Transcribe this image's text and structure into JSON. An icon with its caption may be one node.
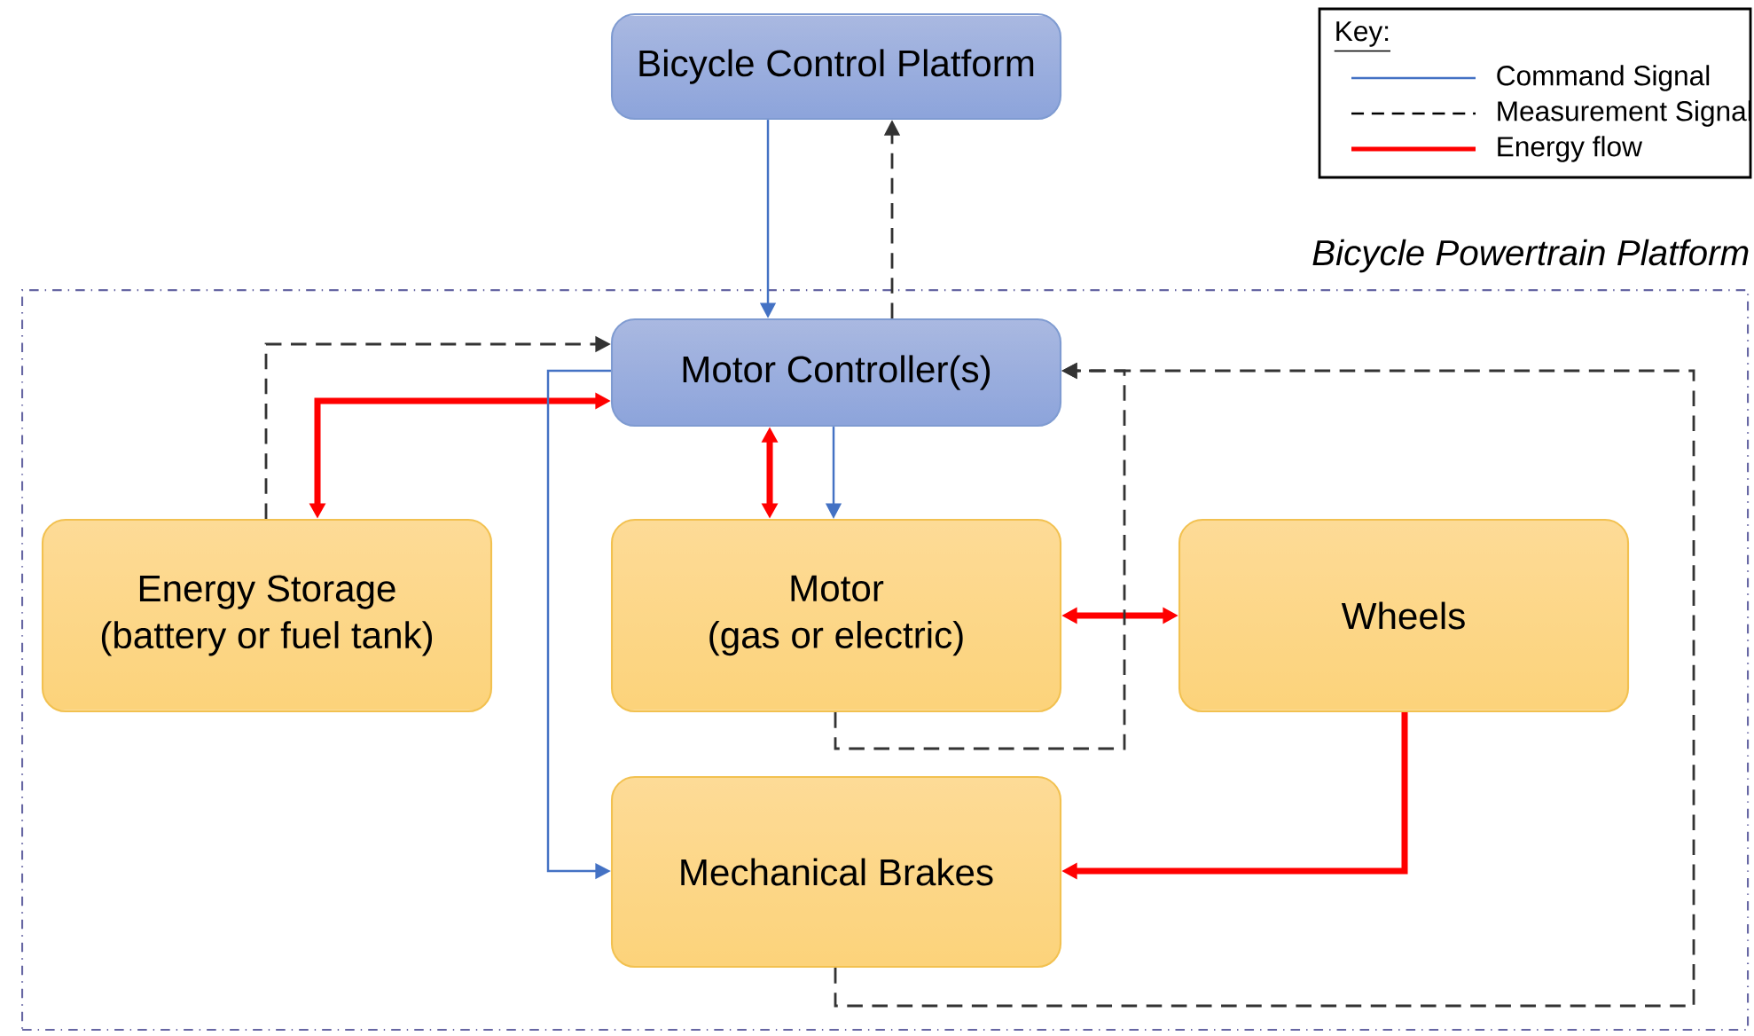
{
  "diagram": {
    "nodes": [
      {
        "text": [
          "Bicycle Powertrain Platform"
        ]
      },
      {
        "text": [
          "Bicycle Control Platform"
        ]
      },
      {
        "text": [
          "Motor Controller(s)"
        ],
        "in": 0
      },
      {
        "text": [
          "Energy Storage",
          "(battery or fuel tank)"
        ],
        "in": 0
      },
      {
        "text": [
          "Motor",
          "(gas or electric)"
        ],
        "in": 0
      },
      {
        "text": [
          "Wheels"
        ],
        "in": 0
      },
      {
        "text": [
          "Mechanical Brakes"
        ],
        "in": 0
      }
    ],
    "edges": [
      {
        "from": 1,
        "to": 2,
        "arrow": "to",
        "color": "#4472c4"
      },
      {
        "from": 2,
        "to": 1,
        "arrow": "to",
        "style": "dashed"
      },
      {
        "from": 3,
        "to": 2,
        "arrow": "to",
        "style": "dashed"
      },
      {
        "from": 2,
        "to": 3,
        "arrow": "both",
        "style": "thick",
        "color": "#ff0000"
      },
      {
        "from": 2,
        "to": 6,
        "arrow": "to",
        "color": "#4472c4"
      },
      {
        "from": 2,
        "to": 4,
        "arrow": "both",
        "style": "thick",
        "color": "#ff0000"
      },
      {
        "from": 2,
        "to": 4,
        "arrow": "to",
        "color": "#4472c4"
      },
      {
        "from": 4,
        "to": 5,
        "arrow": "both",
        "style": "thick",
        "color": "#ff0000"
      },
      {
        "from": 4,
        "to": 2,
        "arrow": "to",
        "style": "dashed"
      },
      {
        "from": 6,
        "to": 2,
        "arrow": "to",
        "style": "dashed"
      },
      {
        "from": 5,
        "to": 6,
        "arrow": "to",
        "style": "thick",
        "color": "#ff0000"
      }
    ],
    "labels": [
      "Key:"
    ],
    "legend": [
      {
        "text": "Command Signal"
      },
      {
        "text": "Measurement Signal"
      },
      {
        "text": "Energy flow"
      }
    ]
  }
}
